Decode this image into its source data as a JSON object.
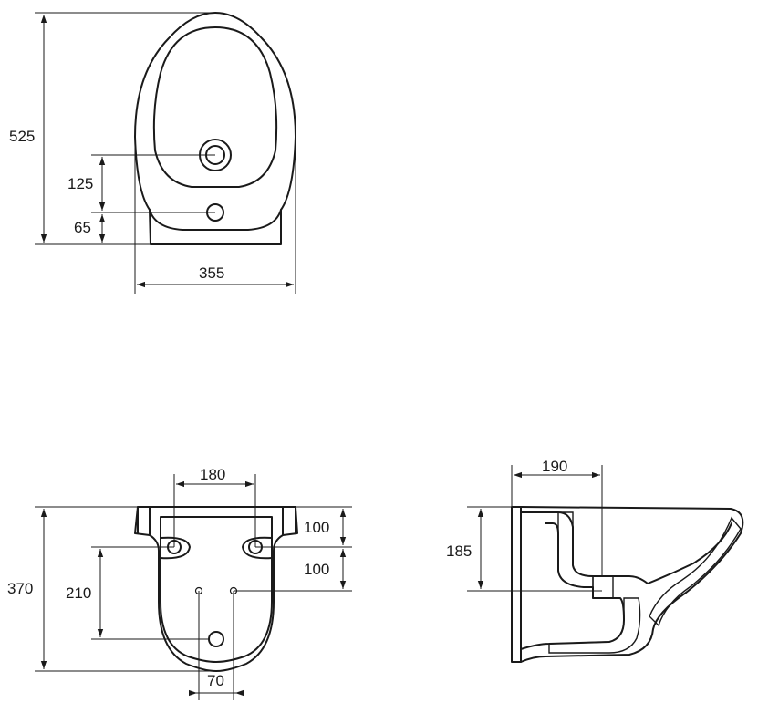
{
  "top_view": {
    "dim_length": "525",
    "dim_tap_offset": "125",
    "dim_fix_offset": "65",
    "dim_width": "355"
  },
  "back_view": {
    "dim_fix_spacing": "180",
    "dim_upper": "100",
    "dim_lower": "100",
    "dim_height": "370",
    "dim_supply_height": "210",
    "dim_supply_spacing": "70"
  },
  "side_view": {
    "dim_depth": "190",
    "dim_rim_height": "185"
  }
}
